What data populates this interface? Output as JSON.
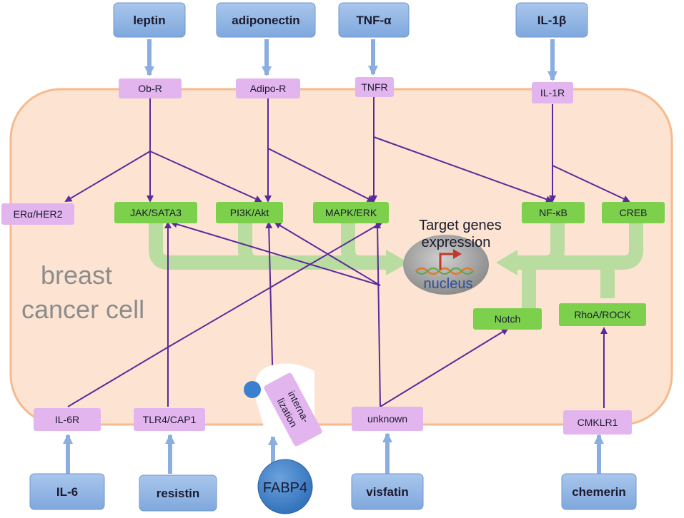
{
  "cell": {
    "label_line1": "breast",
    "label_line2": "cancer cell"
  },
  "ligands": {
    "leptin": "leptin",
    "adiponectin": "adiponectin",
    "tnf": "TNF-α",
    "il1b": "IL-1β",
    "il6": "IL-6",
    "resistin": "resistin",
    "fabp4": "FABP4",
    "visfatin": "visfatin",
    "chemerin": "chemerin"
  },
  "receptors": {
    "obr": "Ob-R",
    "adipor": "Adipo-R",
    "tnfr": "TNFR",
    "il1r": "IL-1R",
    "il6r": "IL-6R",
    "tlr4": "TLR4/CAP1",
    "internalization_line1": "interna-",
    "internalization_line2": "lization",
    "unknown": "unknown",
    "cmklr1": "CMKLR1"
  },
  "pathways": {
    "er_her2": "ERα/HER2",
    "jak": "JAK/SATA3",
    "pi3k": "PI3K/Akt",
    "mapk": "MAPK/ERK",
    "nfkb": "NF-κB",
    "creb": "CREB",
    "notch": "Notch",
    "rhoa": "RhoA/ROCK"
  },
  "nucleus": {
    "title_line1": "Target genes",
    "title_line2": "expression",
    "label": "nucleus"
  },
  "colors": {
    "ligand_fill": "#8fb4e3",
    "receptor_fill": "#e3b5ee",
    "pathway_fill": "#7cd04c",
    "cell_fill": "#fde4d2",
    "cell_stroke": "#f7b98d",
    "arrow": "#5a2a9a",
    "flow": "#b9dca0"
  }
}
